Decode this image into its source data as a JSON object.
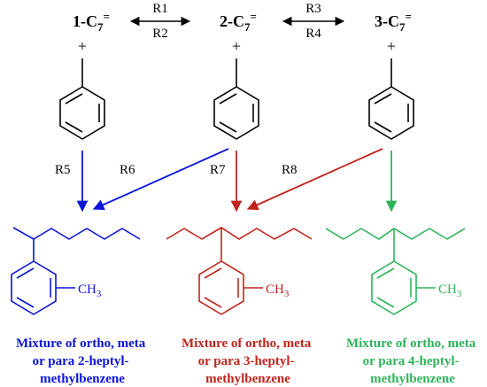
{
  "reactants": [
    {
      "name": "1-C",
      "sub": "7",
      "sup": "="
    },
    {
      "name": "2-C",
      "sub": "7",
      "sup": "="
    },
    {
      "name": "3-C",
      "sub": "7",
      "sup": "="
    }
  ],
  "plus": "+",
  "reactions": {
    "r1": "R1",
    "r2": "R2",
    "r3": "R3",
    "r4": "R4",
    "r5": "R5",
    "r6": "R6",
    "r7": "R7",
    "r8": "R8"
  },
  "products": [
    {
      "ch3": "CH",
      "ch3_sub": "3",
      "caption": [
        "Mixture of ortho, meta",
        "or para 2-heptyl-",
        "methylbenzene"
      ]
    },
    {
      "ch3": "CH",
      "ch3_sub": "3",
      "caption": [
        "Mixture of ortho, meta",
        "or para 3-heptyl-",
        "methylbenzene"
      ]
    },
    {
      "ch3": "CH",
      "ch3_sub": "3",
      "caption": [
        "Mixture of ortho, meta",
        "or para 4-heptyl-",
        "methylbenzene"
      ]
    }
  ],
  "colors": {
    "black": "#000000",
    "blue": "#0a14d8",
    "red": "#c0241c",
    "green": "#2fb35a"
  }
}
